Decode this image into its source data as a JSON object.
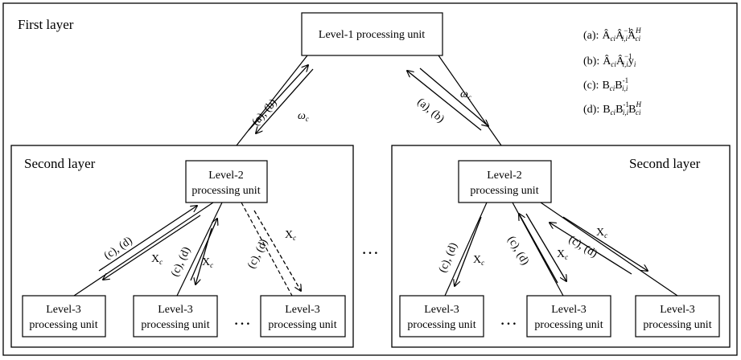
{
  "layers": {
    "first": "First layer",
    "second_left": "Second layer",
    "second_right": "Second layer"
  },
  "units": {
    "level1": "Level-1 processing unit",
    "level2_line1": "Level-2",
    "level2_line2": "processing unit",
    "level3_line1": "Level-3",
    "level3_line2": "processing unit"
  },
  "edge_labels": {
    "ab": "(a), (b)",
    "cd": "(c), (d)",
    "omega": "ω",
    "omega_sub": "c",
    "x": "X",
    "x_sub": "c"
  },
  "ellipsis": "…",
  "legend": {
    "a_key": "(a):",
    "b_key": "(b):",
    "c_key": "(c):",
    "d_key": "(d):"
  }
}
